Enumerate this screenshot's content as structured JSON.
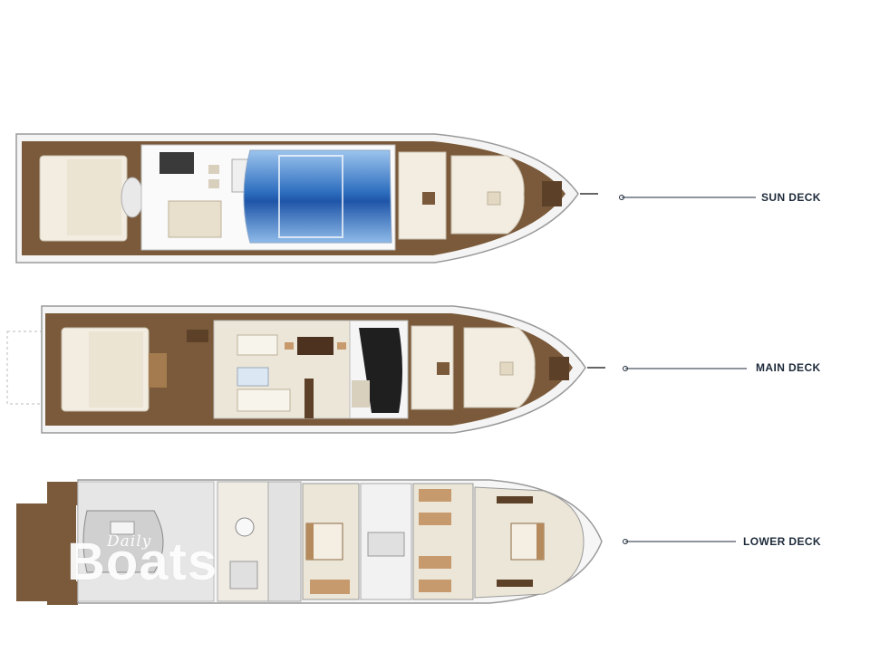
{
  "decks": [
    {
      "id": "sun",
      "label": "SUN DECK"
    },
    {
      "id": "main",
      "label": "MAIN DECK"
    },
    {
      "id": "lower",
      "label": "LOWER DECK"
    }
  ],
  "watermark": {
    "small": "Daily",
    "big": "Boats"
  },
  "colors": {
    "teak": "#7a5a3a",
    "teak_dark": "#5c4028",
    "cushion": "#f2ece1",
    "glass_blue": "#2f6fc0",
    "hull_outline": "#9a9a9a",
    "label_navy": "#1d2a3a",
    "interior_floor": "#ece6d8",
    "cabin_wood": "#b58b5e"
  }
}
